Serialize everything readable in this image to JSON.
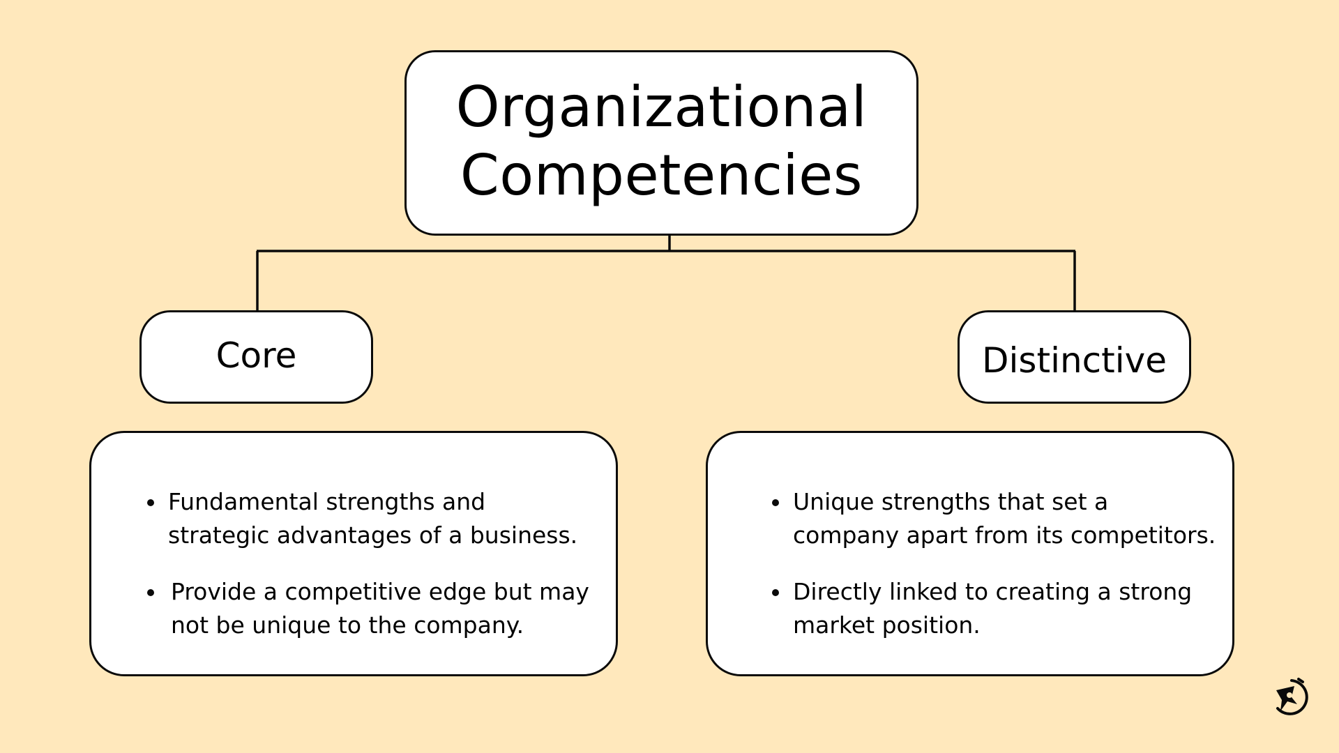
{
  "title": "Organizational Competencies",
  "categories": [
    {
      "label": "Core",
      "points": [
        "Fundamental strengths and strategic advantages of a business.",
        "Provide a competitive edge but may not be unique to the company."
      ]
    },
    {
      "label": "Distinctive",
      "points": [
        "Unique strengths that set a company apart from its competitors.",
        "Directly linked to creating a strong market position."
      ]
    }
  ],
  "colors": {
    "background": "#FFE8BC",
    "box_fill": "#FFFFFF",
    "stroke": "#0A0A0A"
  },
  "logo_icon": "rocket-badge-icon"
}
